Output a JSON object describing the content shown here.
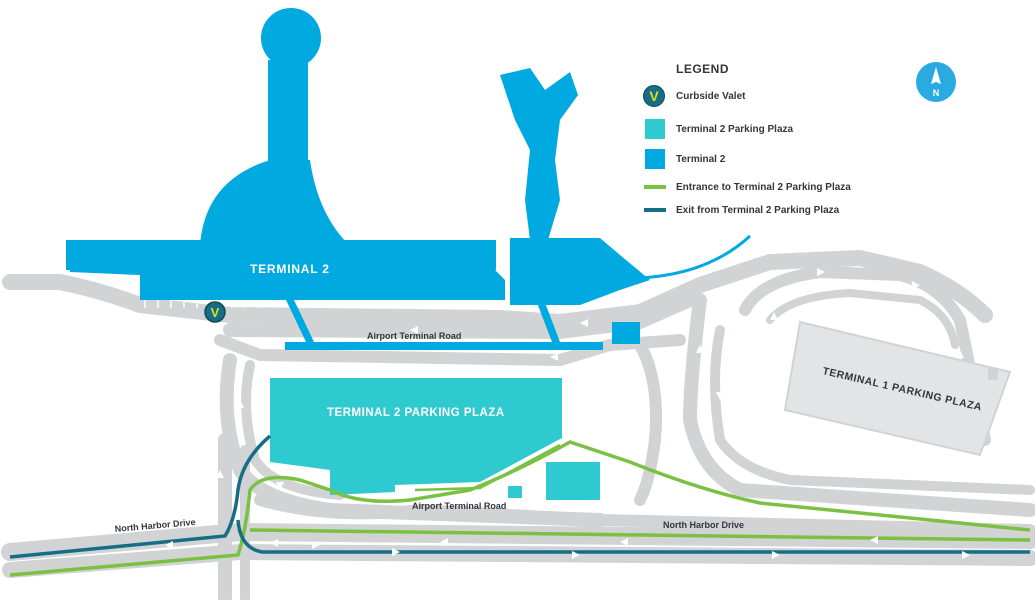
{
  "colors": {
    "road": "#d2d3d4",
    "road_edge": "#bfc1c2",
    "terminal2": "#00a9e0",
    "parking_plaza": "#2fcad0",
    "entrance_route": "#7ac143",
    "exit_route": "#176c86",
    "terminal1_plaza": "#e3e4e5",
    "valet_letter": "#d9e021"
  },
  "labels": {
    "terminal2": "TERMINAL 2",
    "terminal2_parking_plaza": "TERMINAL 2 PARKING PLAZA",
    "terminal1_parking_plaza": "TERMINAL 1 PARKING PLAZA",
    "airport_terminal_road_upper": "Airport Terminal Road",
    "airport_terminal_road_lower": "Airport Terminal Road",
    "north_harbor_drive_left": "North Harbor Drive",
    "north_harbor_drive_right": "North Harbor Drive"
  },
  "valet_marker": {
    "letter": "V"
  },
  "compass": {
    "letter": "N",
    "icon": "north-arrow-icon"
  },
  "legend": {
    "title": "LEGEND",
    "items": [
      {
        "label": "Curbside Valet",
        "symbol": "valet-badge"
      },
      {
        "label": "Terminal 2 Parking Plaza",
        "symbol": "parking-swatch"
      },
      {
        "label": "Terminal 2",
        "symbol": "terminal-swatch"
      },
      {
        "label": "Entrance to Terminal 2 Parking Plaza",
        "symbol": "entrance-line"
      },
      {
        "label": "Exit from Terminal 2 Parking Plaza",
        "symbol": "exit-line"
      }
    ]
  }
}
